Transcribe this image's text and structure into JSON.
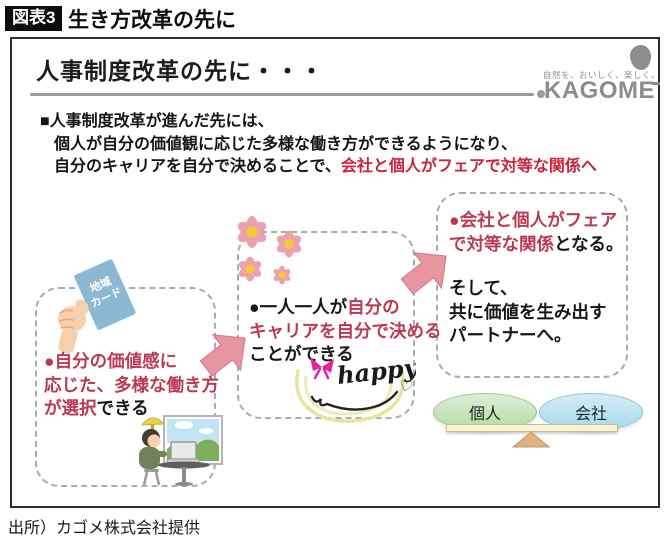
{
  "figure_header": {
    "tag": "図表3",
    "title": "生き方改革の先に"
  },
  "slide": {
    "title": "人事制度改革の先に・・・",
    "logo": {
      "tagline": "自然を、おいしく、楽しく。",
      "brand": "KAGOME"
    },
    "lead": {
      "line1": "■人事制度改革が進んだ先には、",
      "line2": "個人が自分の価値観に応じた多様な働き方ができるようになり、",
      "line3_black": "自分のキャリアを自分で決めることで、",
      "line3_red": "会社と個人がフェアで対等な関係へ"
    },
    "box_left": {
      "card": {
        "line1": "地域",
        "line2": "カード"
      },
      "line1_red": "●自分の価値感に",
      "line2_red": "応じた、多様な働き方",
      "line3_red": "が選択",
      "line3_black": "できる"
    },
    "box_mid": {
      "line1_black": "●一人一人が",
      "line1_red": "自分の",
      "line2_red": "キャリアを自分で決める",
      "line3_black": "ことができる",
      "doodle_word": "happy",
      "doodle_heart": "♡"
    },
    "box_right": {
      "line1_red": "●会社と個人がフェア",
      "line2_red": "で対等な関係",
      "line2_black": "となる。",
      "p2_line1": "そして、",
      "p2_line2": "共に価値を生み出す",
      "p2_line3": "パートナーへ。"
    },
    "balance": {
      "left_label": "個人",
      "right_label": "会社"
    }
  },
  "source": "出所）カゴメ株式会社提供",
  "colors": {
    "accent_red": "#c9243c",
    "box_text_red": "#b93a52",
    "arrow_pink": "#e795a1",
    "card_blue": "#8cb8d4",
    "flower_pink": "#eda0ad",
    "ellipse_green": "#b4dca4",
    "ellipse_blue": "#a7d9ea",
    "beam_cream": "#f8f4d9",
    "logo_gray": "#8d8d8d"
  }
}
